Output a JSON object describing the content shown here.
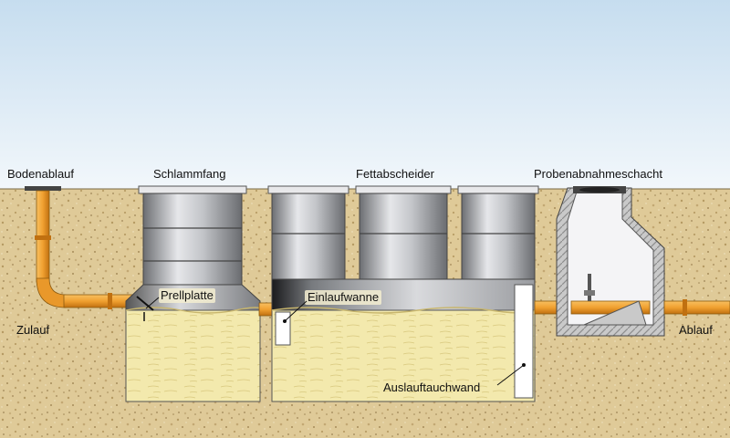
{
  "labels": {
    "bodenablauf": "Bodenablauf",
    "schlammfang": "Schlammfang",
    "fettabscheider": "Fettabscheider",
    "probenahme": "Probenabnahmeschacht",
    "prellplatte": "Prellplatte",
    "einlaufwanne": "Einlaufwanne",
    "zulauf": "Zulauf",
    "ablauf": "Ablauf",
    "auslauf": "Auslauftauchwand"
  },
  "colors": {
    "sky_top": "#c8dff0",
    "sky_bottom": "#eef5fb",
    "soil": "#e0cc9a",
    "pipe": "#f0a030",
    "tank": "#a8aaae",
    "sludge": "#f3eab0"
  }
}
